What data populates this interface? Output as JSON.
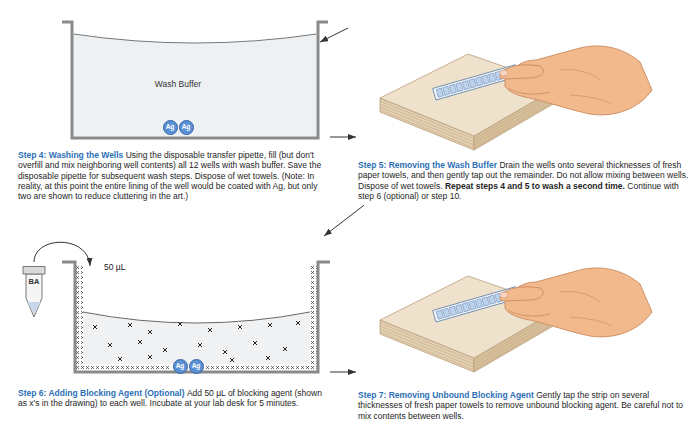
{
  "diagram": {
    "nodes": [
      {
        "text": [
          "Step 4: Washing the Wells",
          "Using the disposable transfer pipette, fill (but don't overfill and mix neighboring well contents) all 12 wells with wash buffer. Save the disposable pipette for subsequent wash steps. Dispose of wet towels. (Note: In reality, at this point the entire lining of the well would be coated with Ag, but only two are shown to reduce cluttering in the art.)"
        ]
      },
      {
        "text": [
          "Wash Buffer"
        ],
        "in": 0
      },
      {
        "text": [
          "Ag"
        ],
        "in": 1
      },
      {
        "text": [
          "Ag"
        ],
        "in": 1
      },
      {
        "text": [
          "Step 5: Removing the Wash Buffer",
          "Drain the wells onto several thicknesses of fresh paper towels, and then gently tap out the remainder. Do not allow mixing between wells. Dispose of wet towels.",
          "Repeat steps 4 and 5 to wash a second time.",
          "Continue with step 6 (optional) or step 10."
        ]
      },
      {
        "text": [
          "Step 6: Adding Blocking Agent (Optional)",
          "Add 50 µL of blocking agent (shown as x's in the drawing) to each well. Incubate at your lab desk for 5 minutes."
        ]
      },
      {
        "text": [
          "BA"
        ],
        "in": 5
      },
      {
        "text": [
          "Ag"
        ],
        "in": 5
      },
      {
        "text": [
          "Ag"
        ],
        "in": 5
      },
      {
        "text": [
          "Step 7: Removing Unbound Blocking Agent",
          "Gently tap the strip on several thicknesses of fresh paper towels to remove unbound blocking agent. Be careful not to mix contents between wells."
        ]
      }
    ],
    "edges": [
      {
        "from": 0,
        "to": 4,
        "arrow": "to"
      },
      {
        "from": 4,
        "to": 5,
        "arrow": "to"
      },
      {
        "from": 5,
        "to": 9,
        "arrow": "to"
      }
    ],
    "labels": [
      "50 µL"
    ]
  }
}
